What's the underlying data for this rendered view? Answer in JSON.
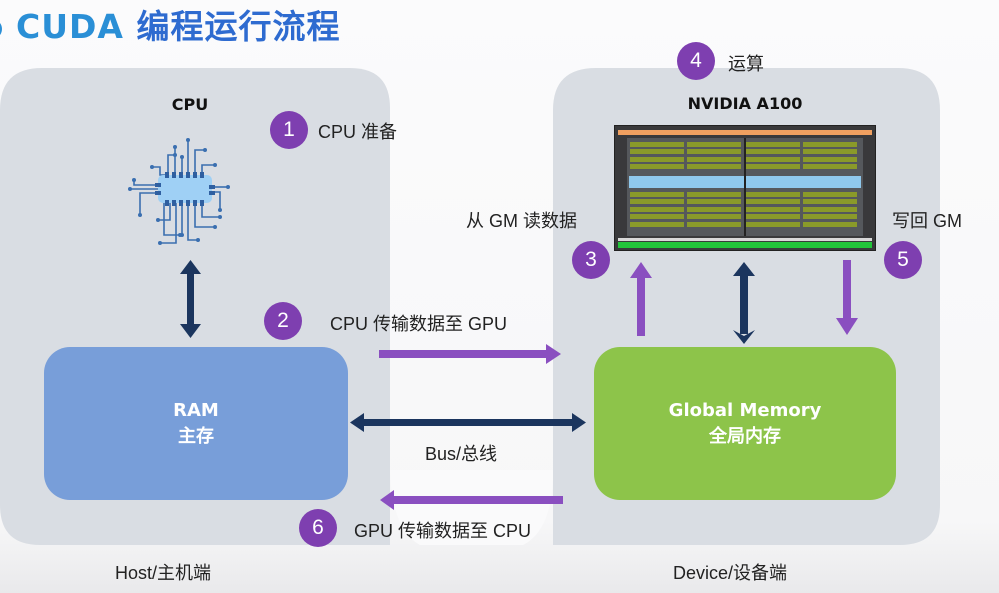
{
  "title": {
    "prefix": "CUDA",
    "main": "编程运行流程",
    "accent_color": "#2a8fd6"
  },
  "host": {
    "chip_title": "CPU",
    "memory_box": {
      "line1": "RAM",
      "line2": "主存",
      "color": "#789ed9"
    },
    "footer": "Host/主机端"
  },
  "device": {
    "chip_title": "NVIDIA A100",
    "memory_box": {
      "line1": "Global Memory",
      "line2": "全局内存",
      "color": "#8dc44a"
    },
    "footer": "Device/设备端"
  },
  "bus_label": "Bus/总线",
  "steps": [
    {
      "number": "1",
      "label": "CPU 准备"
    },
    {
      "number": "2",
      "label": "CPU 传输数据至 GPU"
    },
    {
      "number": "3",
      "label": "从 GM 读数据"
    },
    {
      "number": "4",
      "label": "运算"
    },
    {
      "number": "5",
      "label": "写回 GM"
    },
    {
      "number": "6",
      "label": "GPU 传输数据至 CPU"
    }
  ],
  "colors": {
    "step_badge": "#7e3fb0",
    "flow_arrow": "#8a4fc0",
    "bus_arrow": "#1b355e",
    "panel": "#d9dde3"
  }
}
